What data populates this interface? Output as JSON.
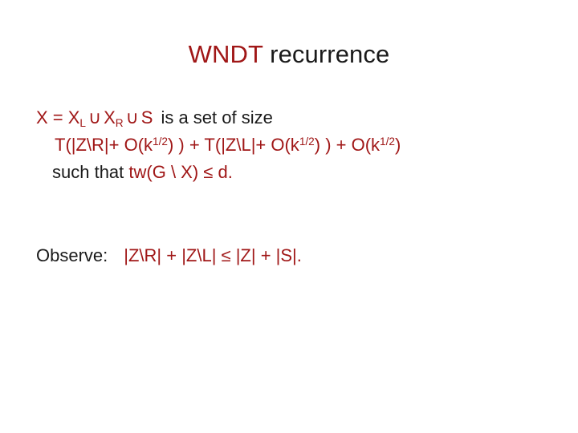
{
  "slide": {
    "background_color": "#FFFFFF",
    "accent_color": "#A01717",
    "text_color": "#1A1A1A",
    "title": {
      "accent_text": "WNDT",
      "plain_text": " recurrence",
      "full_text": "WNDT recurrence"
    },
    "body": {
      "line1": {
        "math_prefix": "X = X",
        "sub_L": "L",
        "union1": "∪",
        "x_r": "X",
        "sub_R": "R",
        "union2": "∪",
        "s": "S",
        "plain_tail": "is a set of size"
      },
      "line2": {
        "part1": "T(|Z\\R|+ O(k",
        "sup1": "1/2",
        "part2": ") ) + T(|Z\\L|+ O(k",
        "sup2": "1/2",
        "part3": ") ) + O(k",
        "sup3": "1/2",
        "part4": ")",
        "full_text": "T(|Z\\R|+ O(k1/2) ) + T(|Z\\L|+ O(k1/2) ) + O(k1/2)"
      },
      "line3": {
        "plain_prefix": "such that ",
        "math_text": "tw(G \\ X) ≤ d."
      }
    },
    "observe": {
      "label": "Observe:",
      "math_text": "|Z\\R| + |Z\\L| ≤ |Z| + |S|."
    }
  }
}
